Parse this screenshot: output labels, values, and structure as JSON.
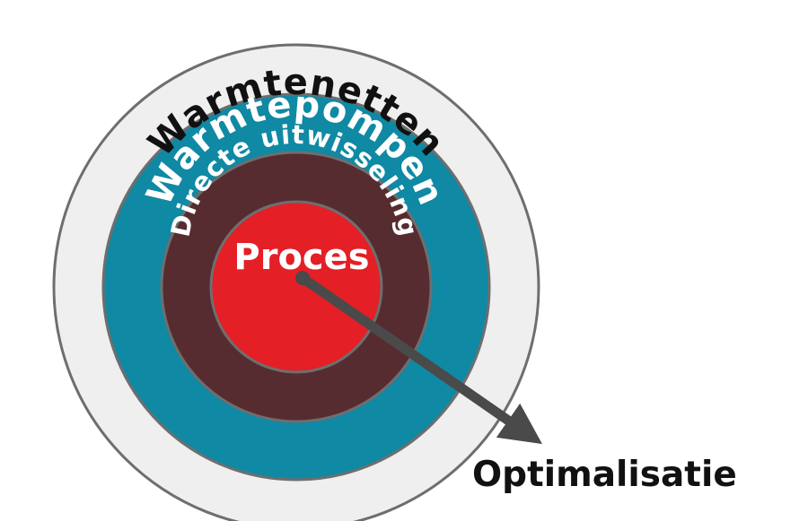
{
  "diagram": {
    "rings": [
      {
        "label": "Warmtenetten",
        "color": "#f0eff0",
        "text_color": "#111111"
      },
      {
        "label": "Warmtepompen",
        "color": "#0f89a4",
        "text_color": "#ffffff"
      },
      {
        "label": "Directe uitwisseling",
        "color": "#562c30",
        "text_color": "#ffffff"
      },
      {
        "label": "Proces",
        "color": "#e41f26",
        "text_color": "#ffffff"
      }
    ],
    "ring_border_color": "#6e6e6e",
    "arrow": {
      "label": "Optimalisatie",
      "color": "#4a4a4a",
      "label_color": "#111111"
    }
  }
}
